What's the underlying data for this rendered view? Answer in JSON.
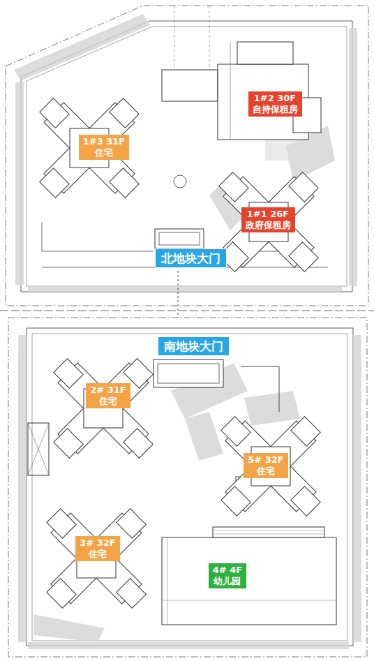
{
  "diagram": {
    "nodes": [
      {
        "text": [
          "1#2 30F",
          "自持保租房"
        ]
      },
      {
        "text": [
          "1#3 31F",
          "住宅"
        ]
      },
      {
        "text": [
          "1#1 26F",
          "政府保租房"
        ]
      },
      {
        "text": [
          "北地块大门"
        ]
      },
      {
        "text": [
          "南地块大门"
        ]
      },
      {
        "text": [
          "2# 31F",
          "住宅"
        ]
      },
      {
        "text": [
          "5# 32F",
          "住宅"
        ]
      },
      {
        "text": [
          "3# 32F",
          "住宅"
        ]
      },
      {
        "text": [
          "4# 4F",
          "幼儿园"
        ]
      }
    ]
  }
}
